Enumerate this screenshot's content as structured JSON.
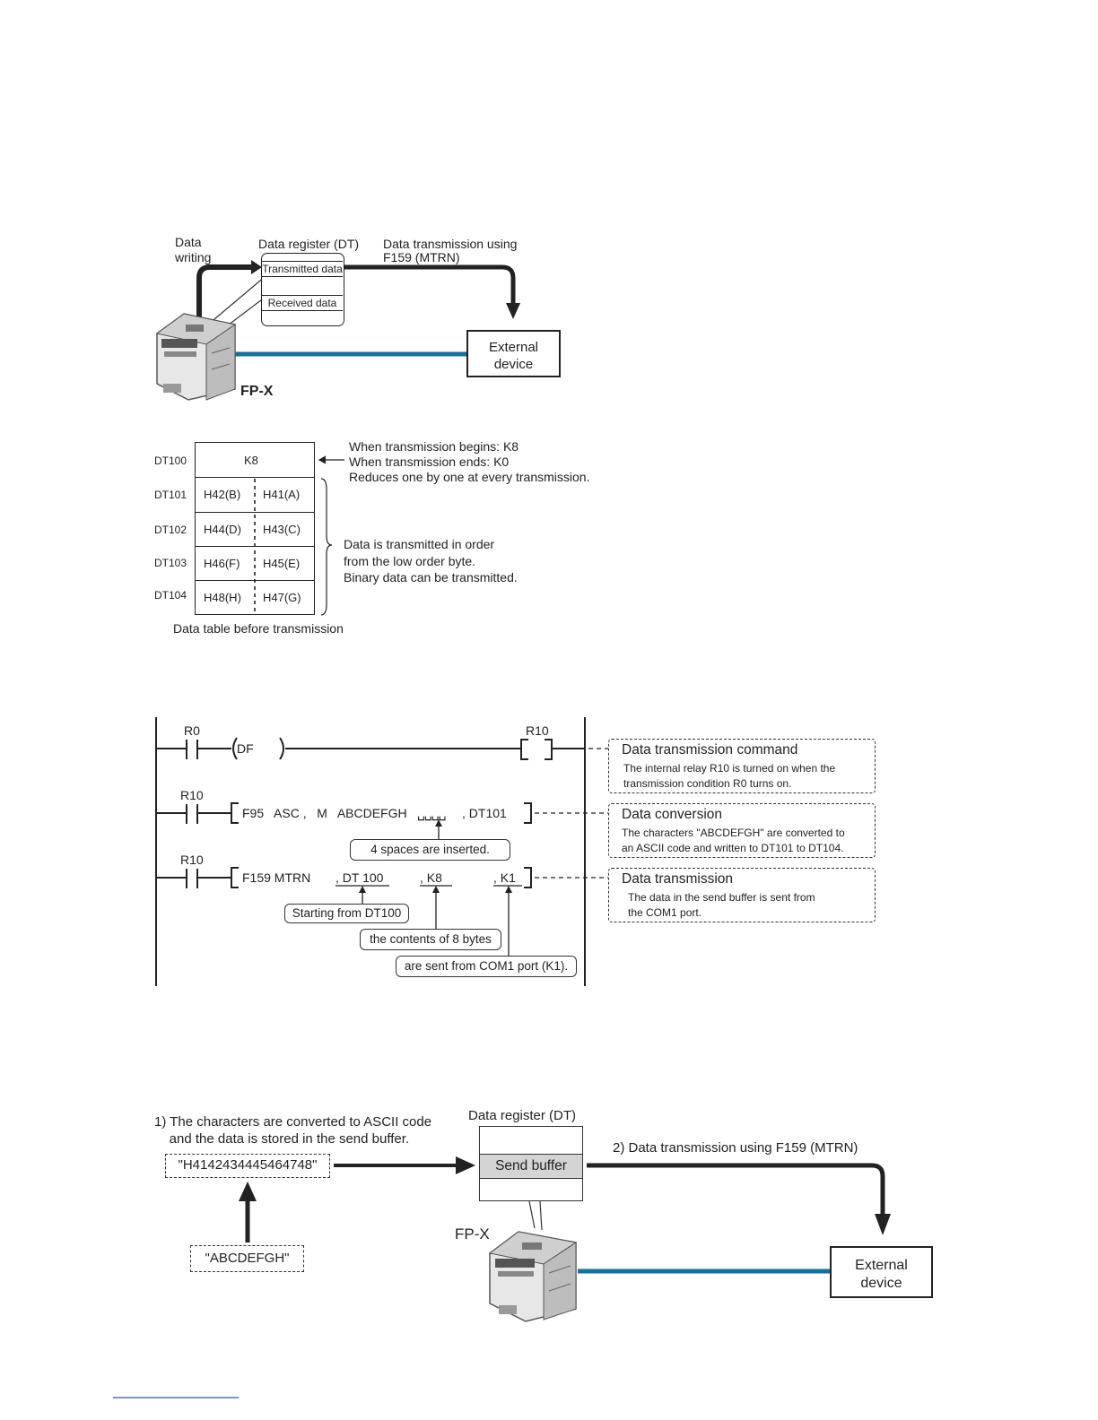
{
  "diagram1": {
    "data_writing": "Data\nwriting",
    "dt_title": "Data register (DT)",
    "transmitted_data": "Transmitted data",
    "received_data": "Received data",
    "mtrn_label": "Data transmission using\nF159 (MTRN)",
    "external_device": "External\ndevice",
    "fpx": "FP-X"
  },
  "table": {
    "rows": [
      {
        "reg": "DT100",
        "full": "K8"
      },
      {
        "reg": "DT101",
        "high": "H42(B)",
        "low": "H41(A)"
      },
      {
        "reg": "DT102",
        "high": "H44(D)",
        "low": "H43(C)"
      },
      {
        "reg": "DT103",
        "high": "H46(F)",
        "low": "H45(E)"
      },
      {
        "reg": "DT104",
        "high": "H48(H)",
        "low": "H47(G)"
      }
    ],
    "note_top": "When transmission begins: K8\nWhen transmission ends: K0\nReduces one by one at every transmission.",
    "note_side": "Data is transmitted in order\nfrom the low order byte.\nBinary data can be transmitted.",
    "caption": "Data table before transmission"
  },
  "ladder": {
    "r0": "R0",
    "df": "DF",
    "r10_coil": "R10",
    "r10_a": "R10",
    "r10_b": "R10",
    "f95": "F95   ASC ,   M   ABCDEFGH",
    "f95_spaces": "␣␣␣␣",
    "f95_dest": ", DT101",
    "spaces_note": "4 spaces are inserted.",
    "f159": "F159 MTRN",
    "f159_dt": ", DT 100",
    "f159_k8": ", K8",
    "f159_k1": ", K1",
    "note_start": "Starting from DT100",
    "note_bytes": "the contents of 8 bytes",
    "note_com": "are sent from COM1 port (K1).",
    "cmt1_title": "Data transmission command",
    "cmt1_body": "The internal relay R10 is turned on when the\ntransmission condition R0 turns on.",
    "cmt2_title": "Data conversion",
    "cmt2_body": "The characters \"ABCDEFGH\" are converted to\nan ASCII code and written to DT101 to DT104.",
    "cmt3_title": "Data transmission",
    "cmt3_body": "The data in the send buffer is sent from\nthe COM1 port."
  },
  "diagram2": {
    "step1": "1) The characters are converted to ASCII code\n    and the data is stored in the send buffer.",
    "hex": "\"H4142434445464748\"",
    "abc": "\"ABCDEFGH\"",
    "dt_title": "Data register (DT)",
    "send_buffer": "Send buffer",
    "step2": "2) Data transmission using F159 (MTRN)",
    "fpx": "FP-X",
    "external_device": "External\ndevice"
  },
  "colors": {
    "cable": "#1a6e9a",
    "line": "#222222",
    "buffer_fill": "#d4d4d4"
  }
}
